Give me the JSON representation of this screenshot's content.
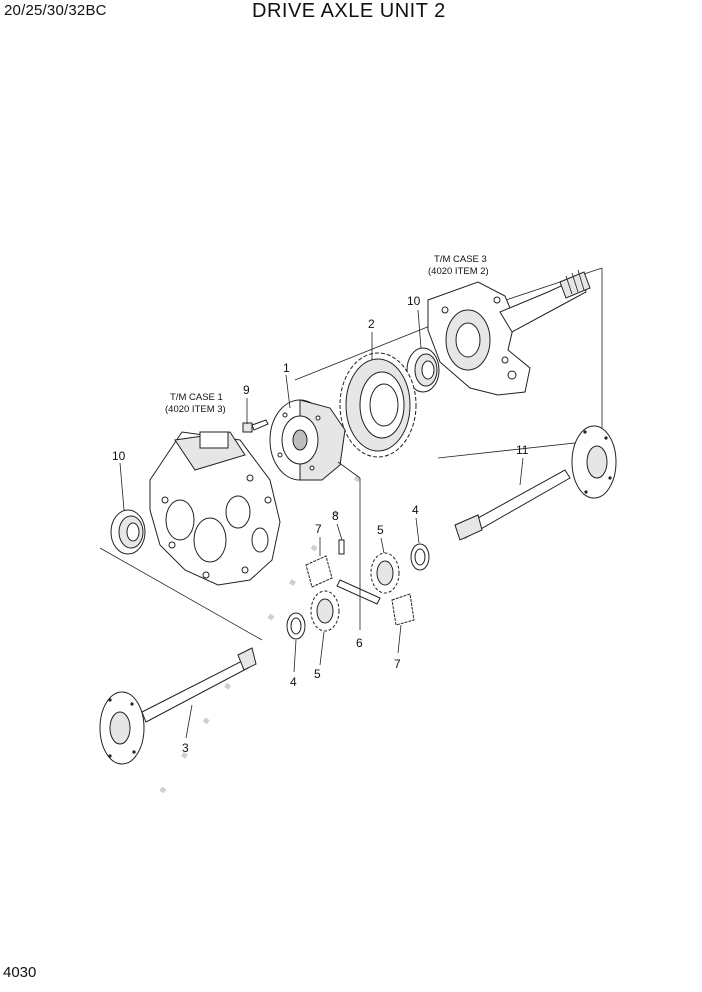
{
  "header": {
    "model": "20/25/30/32BC",
    "title": "DRIVE AXLE UNIT 2"
  },
  "page_number": "4030",
  "references": {
    "tm_case_3": {
      "line1": "T/M CASE 3",
      "line2": "(4020 ITEM 2)"
    },
    "tm_case_1": {
      "line1": "T/M CASE 1",
      "line2": "(4020 ITEM 3)"
    }
  },
  "callouts": {
    "c1": "1",
    "c2": "2",
    "c3": "3",
    "c4a": "4",
    "c4b": "4",
    "c5a": "5",
    "c5b": "5",
    "c6": "6",
    "c7a": "7",
    "c7b": "7",
    "c8": "8",
    "c9": "9",
    "c10a": "10",
    "c10b": "10",
    "c11": "11"
  }
}
